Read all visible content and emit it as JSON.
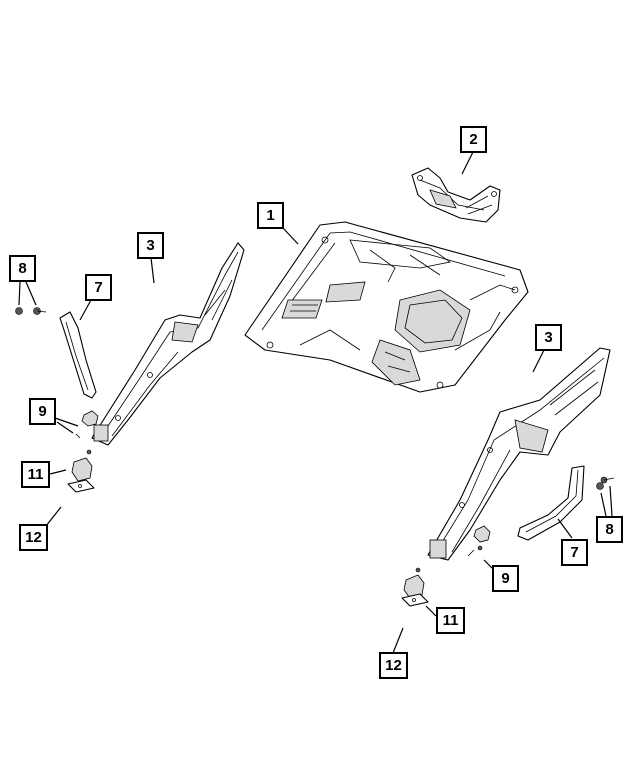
{
  "callouts": {
    "c1": "1",
    "c2": "2",
    "c3_left": "3",
    "c3_right": "3",
    "c7_left": "7",
    "c7_right": "7",
    "c8_left": "8",
    "c8_right": "8",
    "c9_left": "9",
    "c9_right": "9",
    "c11_left": "11",
    "c11_right": "11",
    "c12_left": "12",
    "c12_right": "12"
  }
}
